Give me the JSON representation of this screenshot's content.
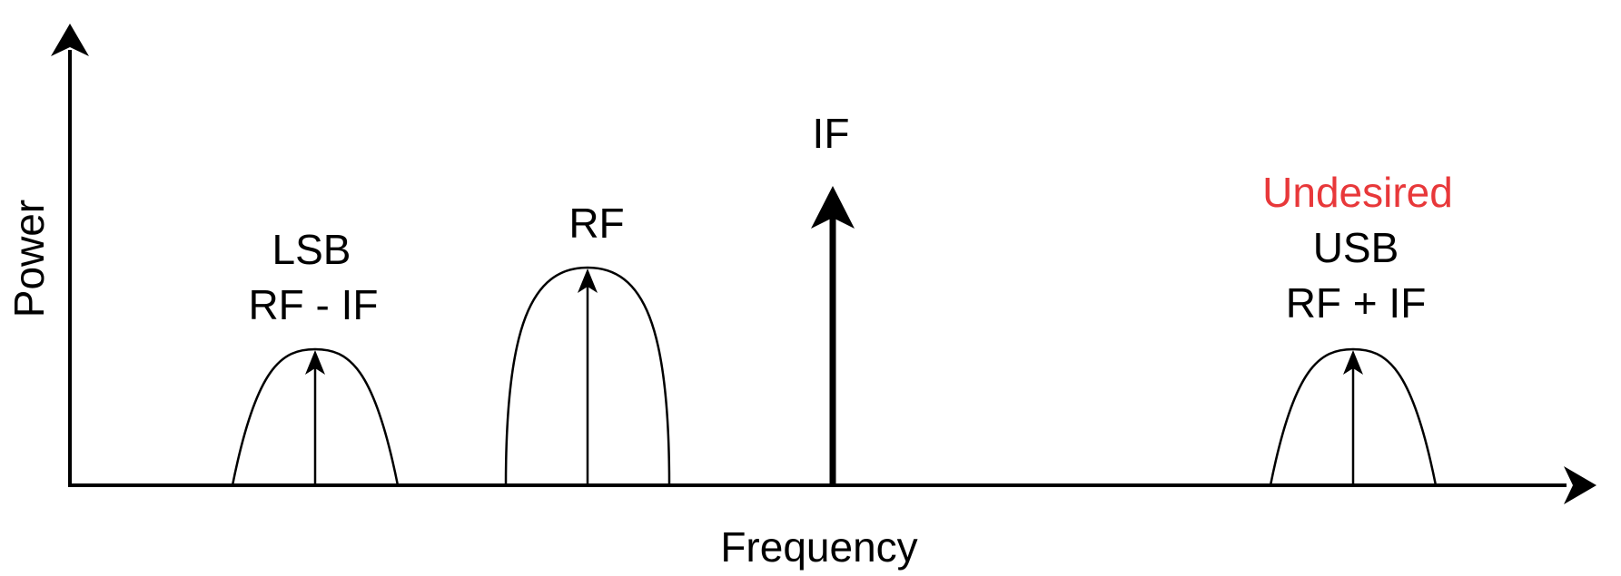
{
  "axes": {
    "y_label": "Power",
    "x_label": "Frequency"
  },
  "signals": {
    "lsb": {
      "line1": "LSB",
      "line2": "RF - IF"
    },
    "rf": {
      "label": "RF"
    },
    "if": {
      "label": "IF"
    },
    "usb": {
      "note": "Undesired",
      "line1": "USB",
      "line2": "RF + IF"
    }
  },
  "colors": {
    "ink": "#000000",
    "warning": "#e8383a",
    "background": "#ffffff"
  }
}
